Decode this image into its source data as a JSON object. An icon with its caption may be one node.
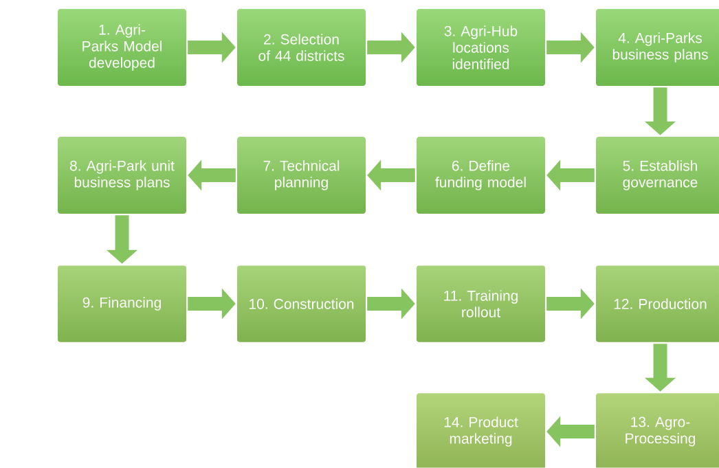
{
  "diagram": {
    "nodes": [
      {
        "text": [
          "1. Agri-Parks Model developed"
        ]
      },
      {
        "text": [
          "2. Selection of 44 districts"
        ]
      },
      {
        "text": [
          "3. Agri-Hub locations identified"
        ]
      },
      {
        "text": [
          "4. Agri-Parks business plans"
        ]
      },
      {
        "text": [
          "5. Establish governance"
        ]
      },
      {
        "text": [
          "6. Define funding model"
        ]
      },
      {
        "text": [
          "7. Technical planning"
        ]
      },
      {
        "text": [
          "8. Agri-Park unit business plans"
        ]
      },
      {
        "text": [
          "9. Financing"
        ]
      },
      {
        "text": [
          "10. Construction"
        ]
      },
      {
        "text": [
          "11. Training rollout"
        ]
      },
      {
        "text": [
          "12. Production"
        ]
      },
      {
        "text": [
          "13. Agro-Processing"
        ]
      },
      {
        "text": [
          "14. Product marketing"
        ]
      }
    ],
    "edges": [
      {
        "from": 0,
        "to": 1,
        "arrow": "to"
      },
      {
        "from": 1,
        "to": 2,
        "arrow": "to"
      },
      {
        "from": 2,
        "to": 3,
        "arrow": "to"
      },
      {
        "from": 3,
        "to": 4,
        "arrow": "to"
      },
      {
        "from": 4,
        "to": 5,
        "arrow": "to"
      },
      {
        "from": 5,
        "to": 6,
        "arrow": "to"
      },
      {
        "from": 6,
        "to": 7,
        "arrow": "to"
      },
      {
        "from": 7,
        "to": 8,
        "arrow": "to"
      },
      {
        "from": 8,
        "to": 9,
        "arrow": "to"
      },
      {
        "from": 9,
        "to": 10,
        "arrow": "to"
      },
      {
        "from": 10,
        "to": 11,
        "arrow": "to"
      },
      {
        "from": 11,
        "to": 12,
        "arrow": "to"
      },
      {
        "from": 12,
        "to": 13,
        "arrow": "to"
      }
    ]
  }
}
